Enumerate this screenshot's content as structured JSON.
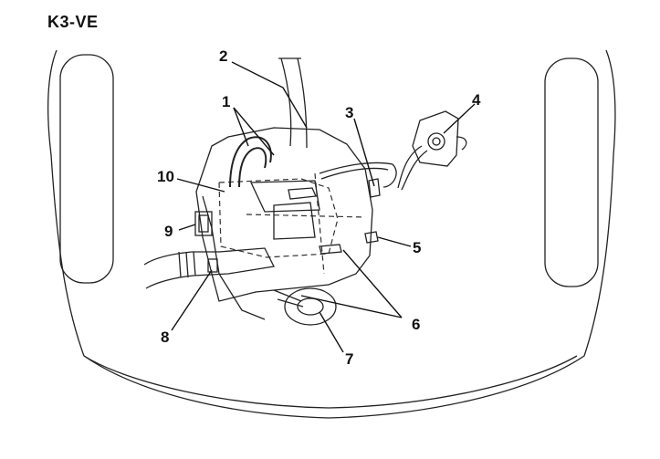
{
  "title": "K3-VE",
  "callouts": [
    {
      "id": "c1",
      "text": "1"
    },
    {
      "id": "c2",
      "text": "2"
    },
    {
      "id": "c3",
      "text": "3"
    },
    {
      "id": "c4",
      "text": "4"
    },
    {
      "id": "c5",
      "text": "5"
    },
    {
      "id": "c6",
      "text": "6"
    },
    {
      "id": "c7",
      "text": "7"
    },
    {
      "id": "c8",
      "text": "8"
    },
    {
      "id": "c9",
      "text": "9"
    },
    {
      "id": "c10",
      "text": "10"
    }
  ]
}
